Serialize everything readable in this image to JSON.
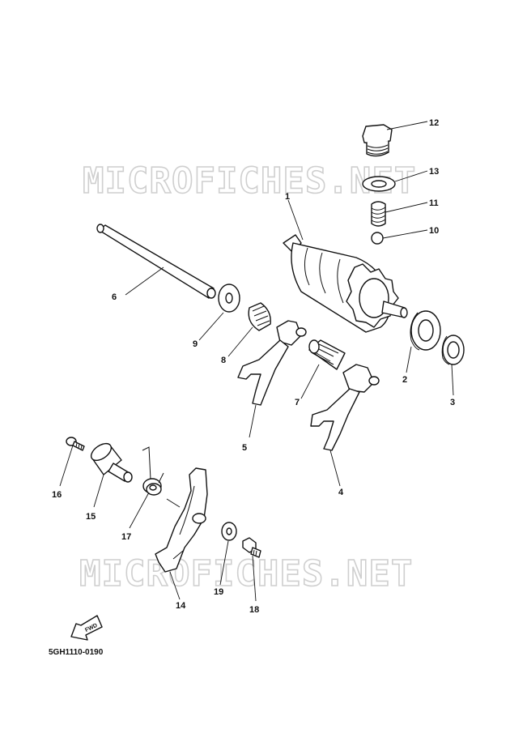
{
  "diagram": {
    "code": "5GH1110-0190",
    "forward_label": "FWD",
    "watermark": "MICROFICHES.NET",
    "callouts": [
      "1",
      "2",
      "3",
      "4",
      "5",
      "6",
      "7",
      "8",
      "9",
      "10",
      "11",
      "12",
      "13",
      "14",
      "15",
      "16",
      "17",
      "18",
      "19"
    ]
  }
}
